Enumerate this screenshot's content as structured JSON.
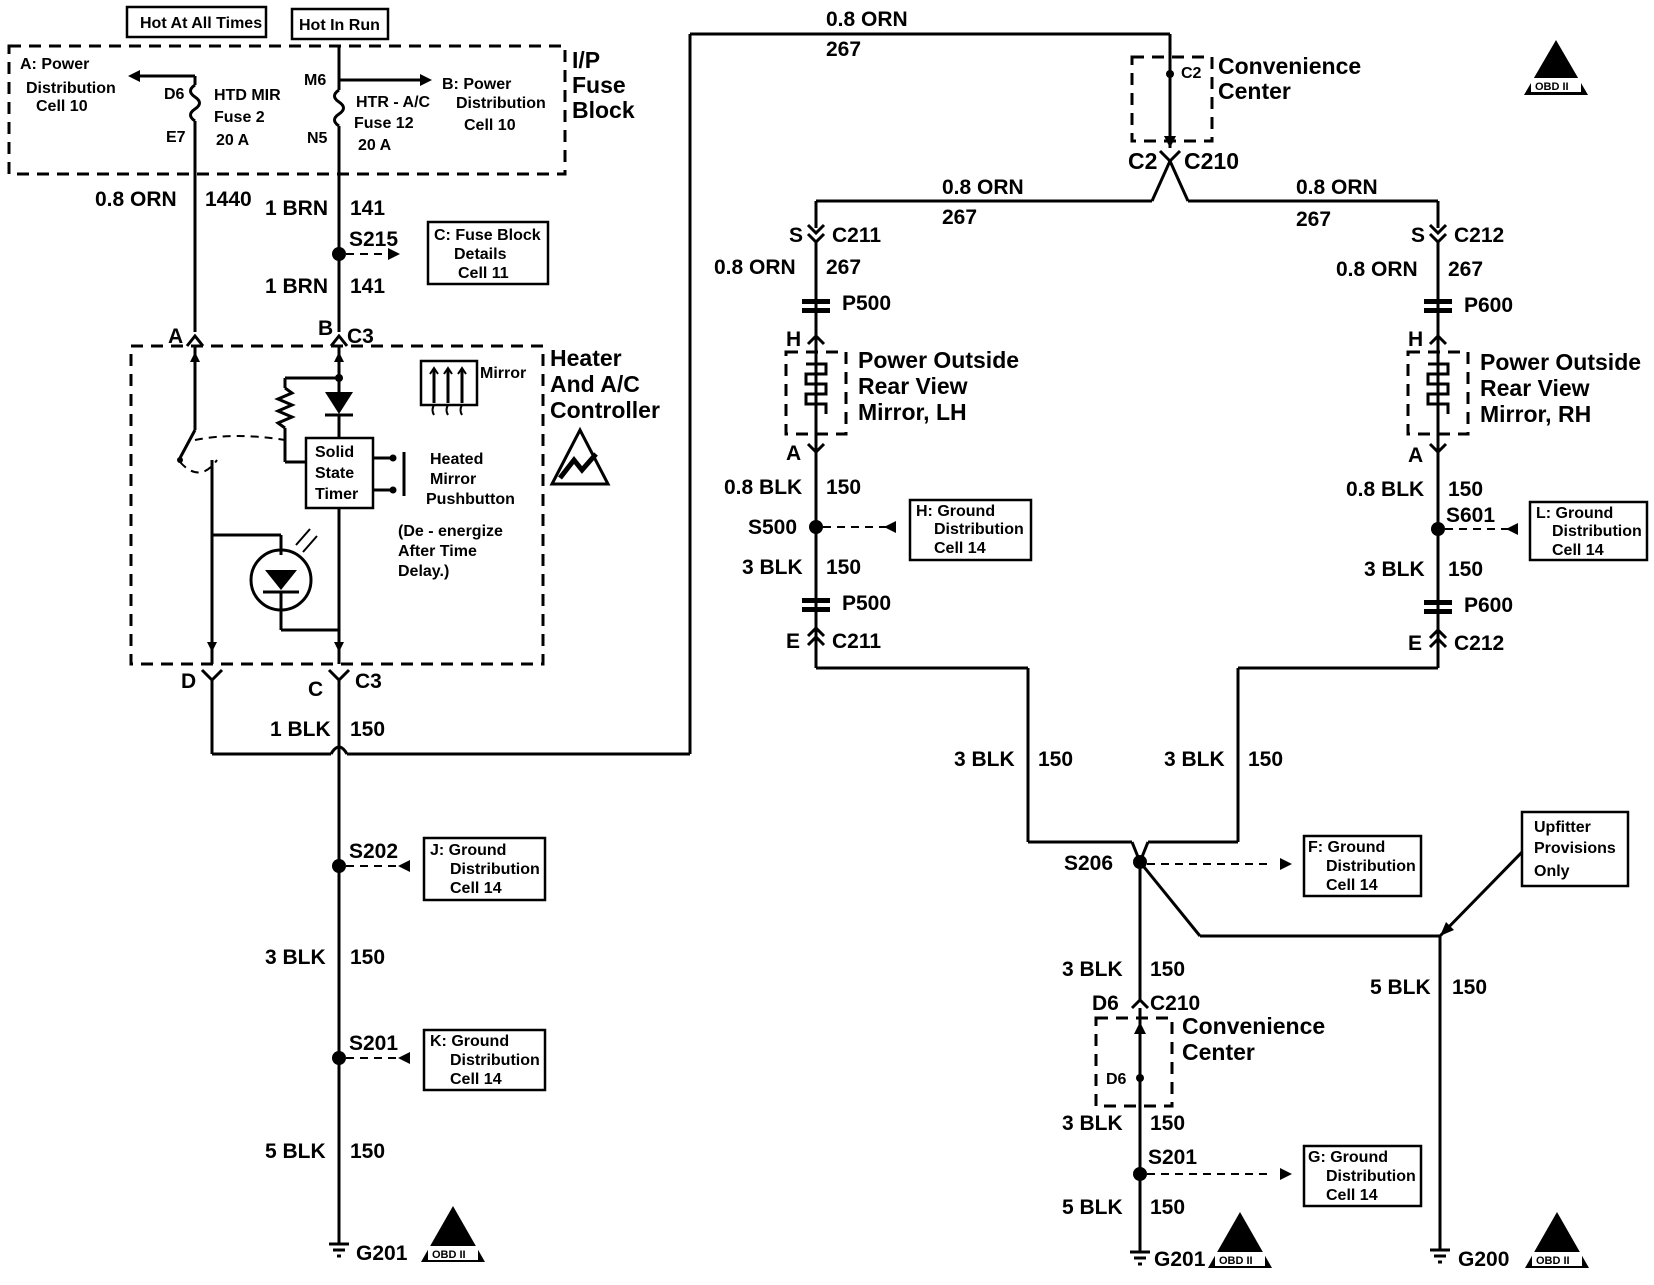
{
  "headers": {
    "hot_at_all_times": "Hot At All Times",
    "hot_in_run": "Hot In Run"
  },
  "fuse_block": {
    "title": [
      "I/P",
      "Fuse",
      "Block"
    ],
    "left_ref": [
      "A: Power",
      "Distribution",
      "Cell 10"
    ],
    "right_ref": [
      "B: Power",
      "Distribution",
      "Cell 10"
    ],
    "fuse2": {
      "name": [
        "HTD MIR",
        "Fuse 2",
        "20 A"
      ],
      "top_pin": "D6",
      "bottom_pin": "E7"
    },
    "fuse12": {
      "name": [
        "HTR - A/C",
        "Fuse 12",
        "20 A"
      ],
      "top_pin": "M6",
      "bottom_pin": "N5"
    }
  },
  "wires": {
    "w1440": {
      "color": "0.8 ORN",
      "circuit": "1440"
    },
    "w141a": {
      "color": "1 BRN",
      "circuit": "141"
    },
    "w141b": {
      "color": "1 BRN",
      "circuit": "141"
    },
    "w150_ctrl": {
      "color": "1 BLK",
      "circuit": "150"
    },
    "w150_s202": {
      "color": "3 BLK",
      "circuit": "150"
    },
    "w150_g201": {
      "color": "5 BLK",
      "circuit": "150"
    },
    "w267_top": {
      "color": "0.8 ORN",
      "circuit": "267"
    },
    "w267_lh": {
      "color": "0.8 ORN",
      "circuit": "267"
    },
    "w267_rh": {
      "color": "0.8 ORN",
      "circuit": "267"
    },
    "w267_lh2": {
      "color": "0.8 ORN",
      "circuit": "267"
    },
    "w267_rh2": {
      "color": "0.8 ORN",
      "circuit": "267"
    },
    "w150_lh1": {
      "color": "0.8 BLK",
      "circuit": "150"
    },
    "w150_lh2": {
      "color": "3 BLK",
      "circuit": "150"
    },
    "w150_rh1": {
      "color": "0.8 BLK",
      "circuit": "150"
    },
    "w150_rh2": {
      "color": "3 BLK",
      "circuit": "150"
    },
    "w150_mid_l": {
      "color": "3 BLK",
      "circuit": "150"
    },
    "w150_mid_r": {
      "color": "3 BLK",
      "circuit": "150"
    },
    "w150_s206": {
      "color": "3 BLK",
      "circuit": "150"
    },
    "w150_cc": {
      "color": "3 BLK",
      "circuit": "150"
    },
    "w150_g201b": {
      "color": "5 BLK",
      "circuit": "150"
    },
    "w150_g200": {
      "color": "5 BLK",
      "circuit": "150"
    }
  },
  "splices": {
    "s215": "S215",
    "s202": "S202",
    "s201": "S201",
    "s500": "S500",
    "s601": "S601",
    "s206": "S206",
    "s201b": "S201"
  },
  "refs": {
    "c": [
      "C: Fuse Block",
      "Details",
      "Cell 11"
    ],
    "j": [
      "J: Ground",
      "Distribution",
      "Cell 14"
    ],
    "k": [
      "K: Ground",
      "Distribution",
      "Cell 14"
    ],
    "h": [
      "H: Ground",
      "Distribution",
      "Cell 14"
    ],
    "l": [
      "L: Ground",
      "Distribution",
      "Cell 14"
    ],
    "f": [
      "F: Ground",
      "Distribution",
      "Cell 14"
    ],
    "g": [
      "G: Ground",
      "Distribution",
      "Cell 14"
    ],
    "upfitter": [
      "Upfitter",
      "Provisions",
      "Only"
    ]
  },
  "controller": {
    "title": [
      "Heater",
      "And A/C",
      "Controller"
    ],
    "mirror_label": "Mirror",
    "timer": [
      "Solid",
      "State",
      "Timer"
    ],
    "pushbutton": [
      "Heated",
      "Mirror",
      "Pushbutton"
    ],
    "note": [
      "(De - energize",
      "After Time",
      "Delay.)"
    ],
    "pins": {
      "a": "A",
      "b": "B",
      "c": "C",
      "d": "D",
      "conn_top": "C3",
      "conn_bot": "C3"
    }
  },
  "convenience_center": {
    "title": [
      "Convenience",
      "Center"
    ],
    "pin_c2": "C2",
    "c2": "C2",
    "c210": "C210",
    "lower_pin": "D6",
    "lower_conn": "C210",
    "inner_pin": "D6"
  },
  "mirror_lh": {
    "title": [
      "Power Outside",
      "Rear View",
      "Mirror, LH"
    ],
    "c211": "C211",
    "s_pin": "S",
    "p500": "P500",
    "p500b": "P500",
    "h_pin": "H",
    "a_pin": "A",
    "e_pin": "E",
    "c211b": "C211"
  },
  "mirror_rh": {
    "title": [
      "Power Outside",
      "Rear View",
      "Mirror, RH"
    ],
    "c212": "C212",
    "s_pin": "S",
    "p600": "P600",
    "p600b": "P600",
    "h_pin": "H",
    "a_pin": "A",
    "e_pin": "E",
    "c212b": "C212"
  },
  "grounds": {
    "g201": "G201",
    "g201b": "G201",
    "g200": "G200"
  },
  "obd_label": "OBD II"
}
